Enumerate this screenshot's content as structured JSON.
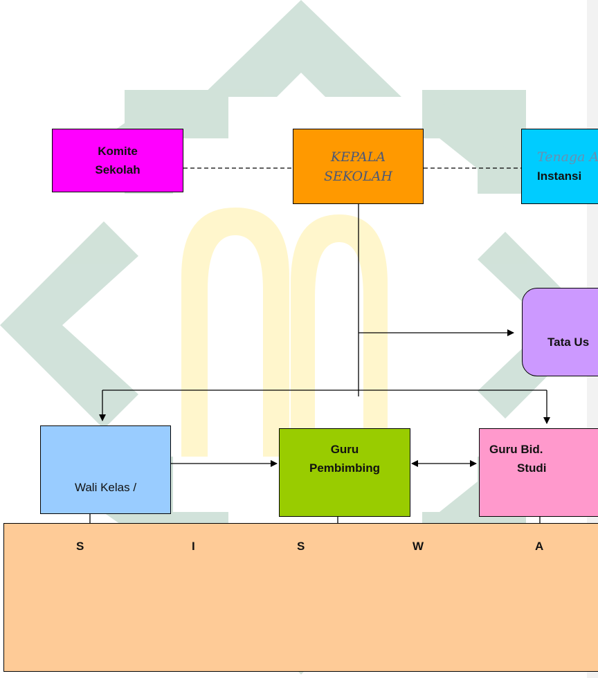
{
  "nodes": {
    "komite": {
      "line1": "Komite",
      "line2": "Sekolah"
    },
    "kepala": {
      "line1": "KEPALA",
      "line2": "SEKOLAH"
    },
    "tenaga": {
      "line1": "Tenaga A",
      "line2": "Instansi"
    },
    "tata_usaha": {
      "label": "Tata Us"
    },
    "wali_kelas": {
      "label": "Wali Kelas /"
    },
    "guru_pembimbing": {
      "line1": "Guru",
      "line2": "Pembimbing"
    },
    "guru_bid_studi": {
      "line1": "Guru Bid.",
      "line2": "Studi"
    },
    "siswa": {
      "letters": [
        "S",
        "I",
        "S",
        "W",
        "A"
      ]
    }
  },
  "colors": {
    "komite": "#ff00ff",
    "kepala": "#ff9900",
    "tenaga": "#00ccff",
    "tata_usaha": "#cc99ff",
    "wali_kelas": "#99ccff",
    "guru_pembimbing": "#99cc00",
    "guru_bid_studi": "#ff99cc",
    "siswa": "#fecb97",
    "watermark": "#c9ddd3",
    "watermark_gold": "#fff6cc"
  }
}
